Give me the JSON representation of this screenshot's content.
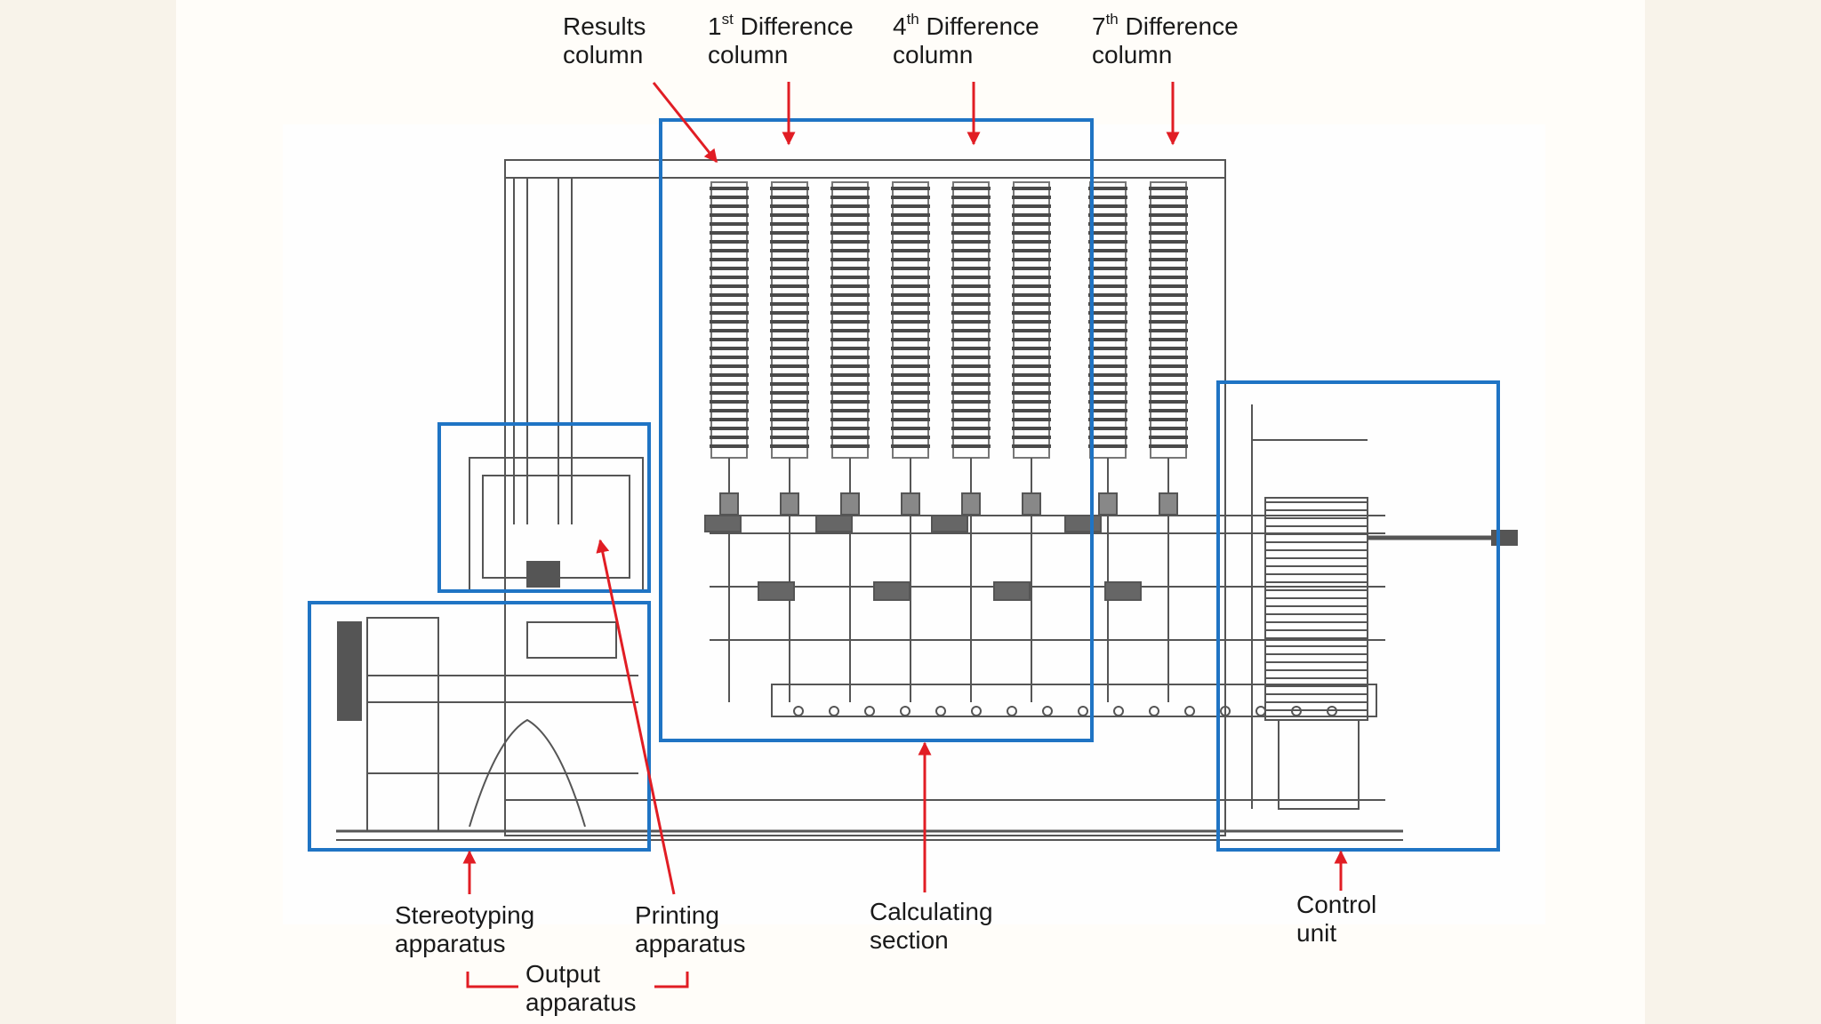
{
  "colors": {
    "page_background": "#fffdf9",
    "outer_background": "#f8f3ea",
    "box_outline": "#1f74c4",
    "arrow": "#e11d24",
    "drawing_line": "#555555"
  },
  "labels": {
    "results_column": {
      "line1": "Results",
      "line2": "column"
    },
    "first_difference_column": {
      "ordinal_number": "1",
      "ordinal_suffix": "st",
      "line1_rest": " Difference",
      "line2": "column"
    },
    "fourth_difference_column": {
      "ordinal_number": "4",
      "ordinal_suffix": "th",
      "line1_rest": " Difference",
      "line2": "column"
    },
    "seventh_difference_column": {
      "ordinal_number": "7",
      "ordinal_suffix": "th",
      "line1_rest": " Difference",
      "line2": "column"
    },
    "stereotyping_apparatus": {
      "line1": "Stereotyping",
      "line2": "apparatus"
    },
    "printing_apparatus": {
      "line1": "Printing",
      "line2": "apparatus"
    },
    "calculating_section": {
      "line1": "Calculating",
      "line2": "section"
    },
    "control_unit": {
      "line1": "Control",
      "line2": "unit"
    },
    "output_apparatus": {
      "line1": "Output",
      "line2": "apparatus"
    }
  },
  "regions": [
    "calculating-section",
    "printing-apparatus",
    "stereotyping-apparatus",
    "control-unit"
  ],
  "figure_columns": 8
}
